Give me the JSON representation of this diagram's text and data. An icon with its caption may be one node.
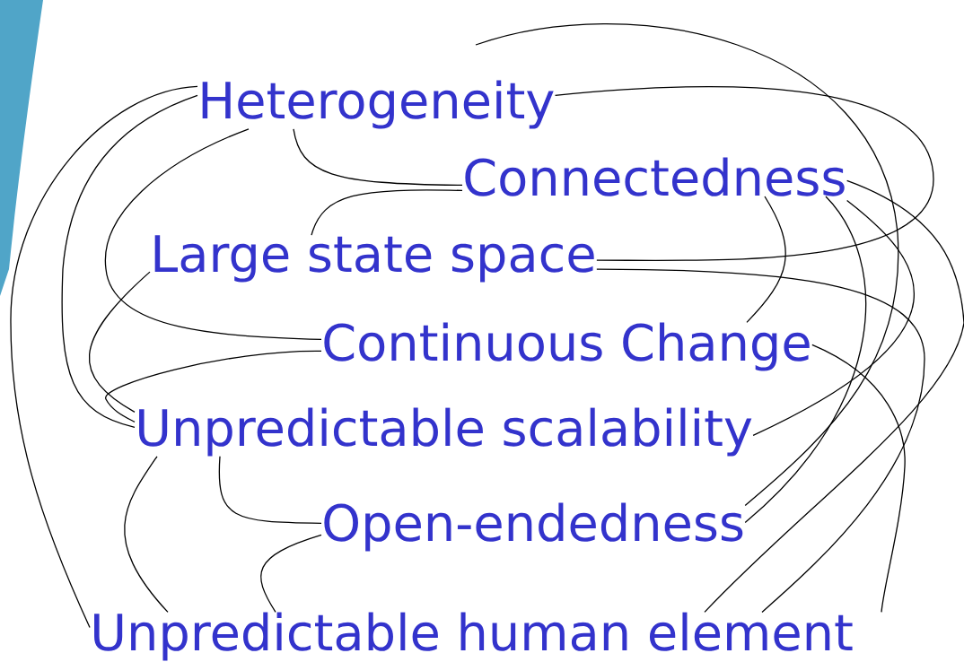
{
  "diagram": {
    "nodes": [
      {
        "text": [
          "Heterogeneity"
        ]
      },
      {
        "text": [
          "Connectedness"
        ]
      },
      {
        "text": [
          "Large state space"
        ]
      },
      {
        "text": [
          "Continuous Change"
        ]
      },
      {
        "text": [
          "Unpredictable scalability"
        ]
      },
      {
        "text": [
          "Open-endedness"
        ]
      },
      {
        "text": [
          "Unpredictable human element"
        ]
      }
    ],
    "edges": [
      {
        "from": 0,
        "to": 6,
        "arrow": "none"
      },
      {
        "from": 0,
        "to": 4,
        "arrow": "none"
      },
      {
        "from": 0,
        "to": 3,
        "arrow": "none"
      },
      {
        "from": 0,
        "to": 1,
        "arrow": "none"
      },
      {
        "from": 0,
        "to": 2,
        "arrow": "none"
      },
      {
        "from": null,
        "to": 5,
        "arrow": "none"
      },
      {
        "from": 1,
        "to": 2,
        "arrow": "none"
      },
      {
        "from": 1,
        "to": 3,
        "arrow": "none"
      },
      {
        "from": 1,
        "to": 5,
        "arrow": "none"
      },
      {
        "from": 1,
        "to": 4,
        "arrow": "none"
      },
      {
        "from": 1,
        "to": 6,
        "arrow": "none"
      },
      {
        "from": 2,
        "to": 4,
        "arrow": "none"
      },
      {
        "from": 2,
        "to": 6,
        "arrow": "none"
      },
      {
        "from": 3,
        "to": 4,
        "arrow": "none"
      },
      {
        "from": 3,
        "to": 6,
        "arrow": "none"
      },
      {
        "from": 4,
        "to": 6,
        "arrow": "none"
      },
      {
        "from": 4,
        "to": 5,
        "arrow": "none"
      },
      {
        "from": 5,
        "to": 6,
        "arrow": "none"
      }
    ]
  }
}
